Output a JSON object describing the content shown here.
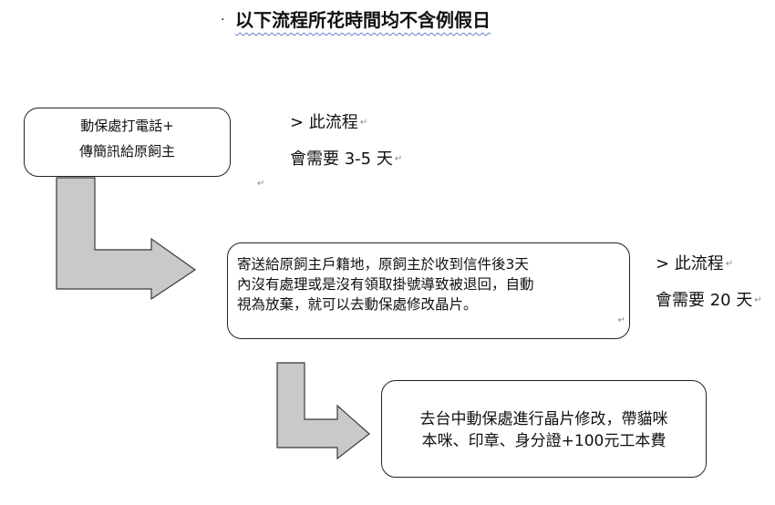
{
  "title": "以下流程所花時間均不含例假日",
  "bullet": "·",
  "boxes": {
    "step1": {
      "line1": "動保處打電話+",
      "line2": "傳簡訊給原飼主"
    },
    "step2": {
      "line1": "寄送給原飼主戶籍地，原飼主於收到信件後3天",
      "line2": "內沒有處理或是沒有領取掛號導致被退回，自動",
      "line3": "視為放棄，就可以去動保處修改晶片。"
    },
    "step3": {
      "line1": "去台中動保處進行晶片修改，帶貓咪",
      "line2": "本咪、印章、身分證+100元工本費"
    }
  },
  "notes": {
    "note1": {
      "line1": "> 此流程",
      "line2": "會需要 3-5 天"
    },
    "note2": {
      "line1": "> 此流程",
      "line2": "會需要 20 天"
    }
  },
  "marks": {
    "paragraph": "↵",
    "return": "↲"
  },
  "colors": {
    "arrow_fill": "#c9c9c9",
    "arrow_stroke": "#3a3a3a",
    "box_border": "#222222"
  }
}
